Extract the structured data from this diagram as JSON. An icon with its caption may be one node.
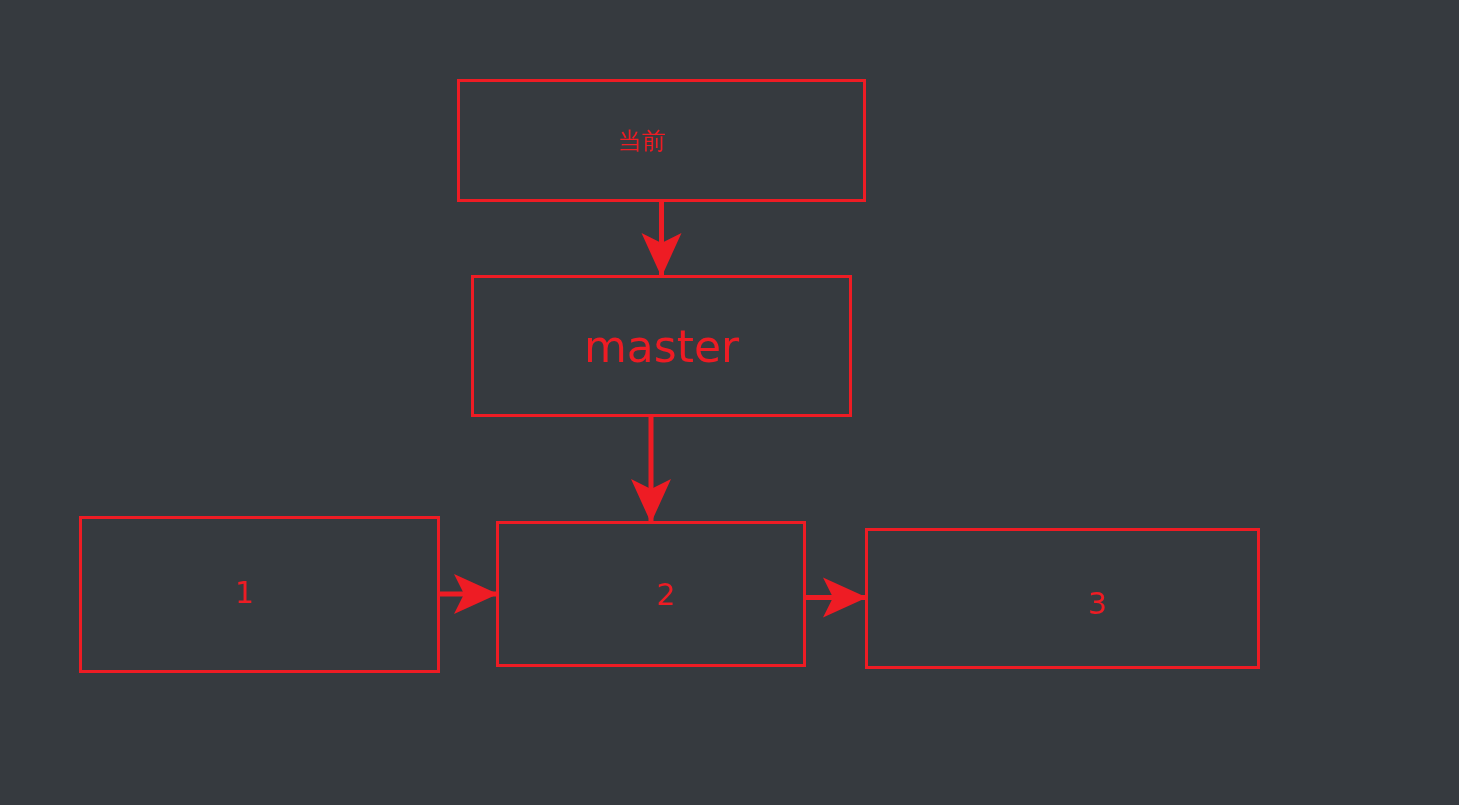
{
  "diagram": {
    "nodes": [
      {
        "text": [
          "当前"
        ]
      },
      {
        "text": [
          "master"
        ]
      },
      {
        "text": [
          "1"
        ]
      },
      {
        "text": [
          "2"
        ]
      },
      {
        "text": [
          "3"
        ]
      }
    ],
    "edges": [
      {
        "from": 0,
        "to": 1,
        "arrow": "to"
      },
      {
        "from": 1,
        "to": 3,
        "arrow": "to"
      },
      {
        "from": 2,
        "to": 3,
        "arrow": "to"
      },
      {
        "from": 3,
        "to": 4,
        "arrow": "to"
      }
    ]
  }
}
